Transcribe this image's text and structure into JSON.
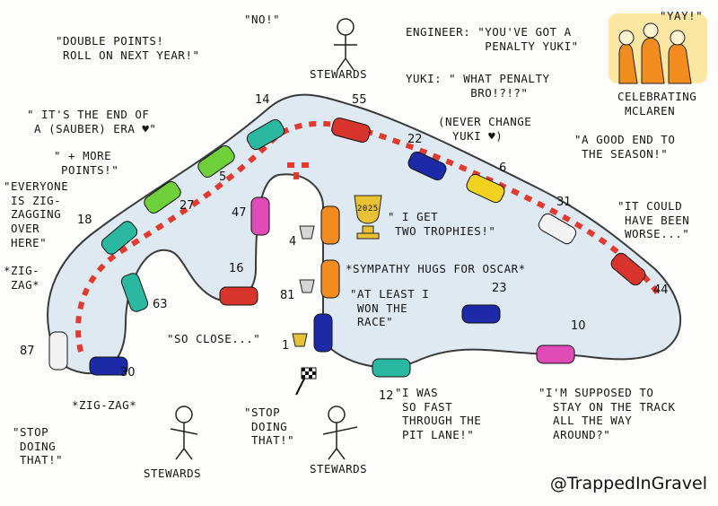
{
  "notes": {
    "no": "\"NO!\"",
    "stewards_top": "STEWARDS",
    "double_points": "\"DOUBLE POINTS!\n ROLL ON NEXT YEAR!\"",
    "engineer": "ENGINEER: \"YOU'VE GOT A\n           PENALTY YUKI\"",
    "yuki": "YUKI: \" WHAT PENALTY\n         BRO!?!?\"",
    "never_change": "(NEVER CHANGE\n  YUKI ♥)",
    "yay": "\"YAY!\"",
    "celebrating": "CELEBRATING\n MCLAREN",
    "sauber_era": "\" IT'S THE END OF\n A (SAUBER) ERA ♥\"",
    "more_points": "\" + MORE\n POINTS!\"",
    "good_end": "\"A GOOD END TO\n THE SEASON!\"",
    "everyone_zig": "\"EVERYONE\n IS ZIG-\n ZAGGING\n OVER\n HERE\"",
    "get_trophies": "\" I GET\n TWO TROPHIES!\"",
    "could_be_worse": "\"IT COULD\n HAVE BEEN\n WORSE...\"",
    "zigzag_left": "*ZIG-\n ZAG*",
    "sympathy": "*SYMPATHY HUGS FOR OSCAR*",
    "at_least": "\"AT LEAST I\n WON THE\n RACE\"",
    "so_close": "\"SO CLOSE...\"",
    "zigzag_bottom": "*ZIG-ZAG*",
    "supposed": "\"I'M SUPPOSED TO\n  STAY ON THE TRACK\n  ALL THE WAY\n  AROUND?\"",
    "stop_left": "\"STOP\n DOING\n THAT!\"",
    "stewards_left": "STEWARDS",
    "stop_mid": "\"STOP\n DOING\n THAT!\"",
    "stewards_mid": "STEWARDS",
    "pit_lane": "\"I WAS\n SO FAST\n THROUGH THE\n PIT LANE!\"",
    "trophy_year": "2025"
  },
  "numbers": {
    "n14": "14",
    "n55": "55",
    "n22": "22",
    "n5": "5",
    "n27": "27",
    "n47": "47",
    "n18": "18",
    "n6": "6",
    "n31": "31",
    "n4": "4",
    "n16": "16",
    "n63": "63",
    "n81": "81",
    "n44": "44",
    "n23": "23",
    "n10": "10",
    "n87": "87",
    "n1": "1",
    "n30": "30",
    "n12": "12"
  },
  "credit": "@TrappedInGravel",
  "colors": {
    "track": "#dfe9f1",
    "kerb_red": "#e23a2e",
    "mclaren": "#f28c1e",
    "sauber": "#6fd13a",
    "redbull": "#1d2aa8",
    "ferrari": "#d9342b",
    "mercedes": "#2bb8a0",
    "alpine": "#e04bb5"
  }
}
